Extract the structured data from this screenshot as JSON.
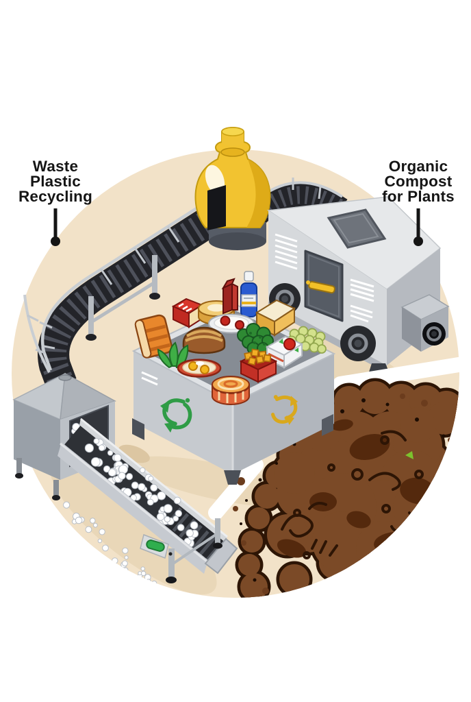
{
  "diagram": {
    "type": "process-illustration",
    "background": "#ffffff",
    "circle_background": "#f2e2c8",
    "labels": {
      "left": {
        "line1": "Waste",
        "line2": "Plastic",
        "line3": "Recycling"
      },
      "right": {
        "line1": "Organic",
        "line2": "Compost",
        "line3": "for Plants"
      }
    },
    "colors": {
      "hopper_yellow": "#f2c330",
      "machine_gray": "#c0c5cb",
      "conveyor_belt_dark": "#232429",
      "conveyor_rail": "#c9ced3",
      "truck_body": "#d6d9dc",
      "bin_gray": "#c6cacf",
      "compost_brown": "#7b4a27",
      "compost_outline": "#2d1505",
      "compost_dark_patch": "#54290d",
      "recycle_green": "#2f9c46",
      "recycle_yellow": "#d9a81c",
      "pellet_white": "#ffffff",
      "button_green": "#2fae4e",
      "door_handle_yellow": "#f2c028",
      "label_text": "#151515"
    },
    "icons": {
      "recycle-arrows-green-icon": "#2f9c46",
      "recycle-arrows-yellow-icon": "#d9a81c"
    }
  }
}
